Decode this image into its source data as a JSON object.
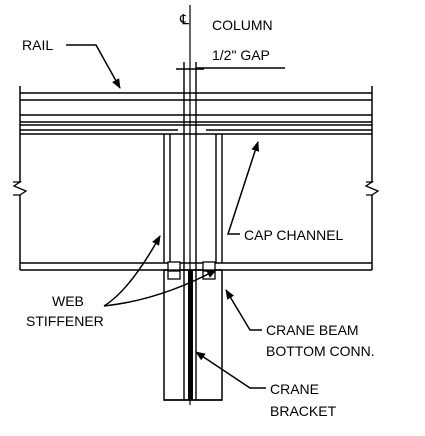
{
  "labels": {
    "column_symbol": "℄",
    "column": "COLUMN",
    "gap": "1/2\" GAP",
    "rail": "RAIL",
    "cap_channel": "CAP CHANNEL",
    "web_line1": "WEB",
    "web_line2": "STIFFENER",
    "crane_beam_line1": "CRANE BEAM",
    "crane_beam_line2": "BOTTOM CONN.",
    "crane_line1": "CRANE",
    "crane_line2": "BRACKET"
  },
  "colors": {
    "line": "#000000",
    "background": "#ffffff"
  }
}
